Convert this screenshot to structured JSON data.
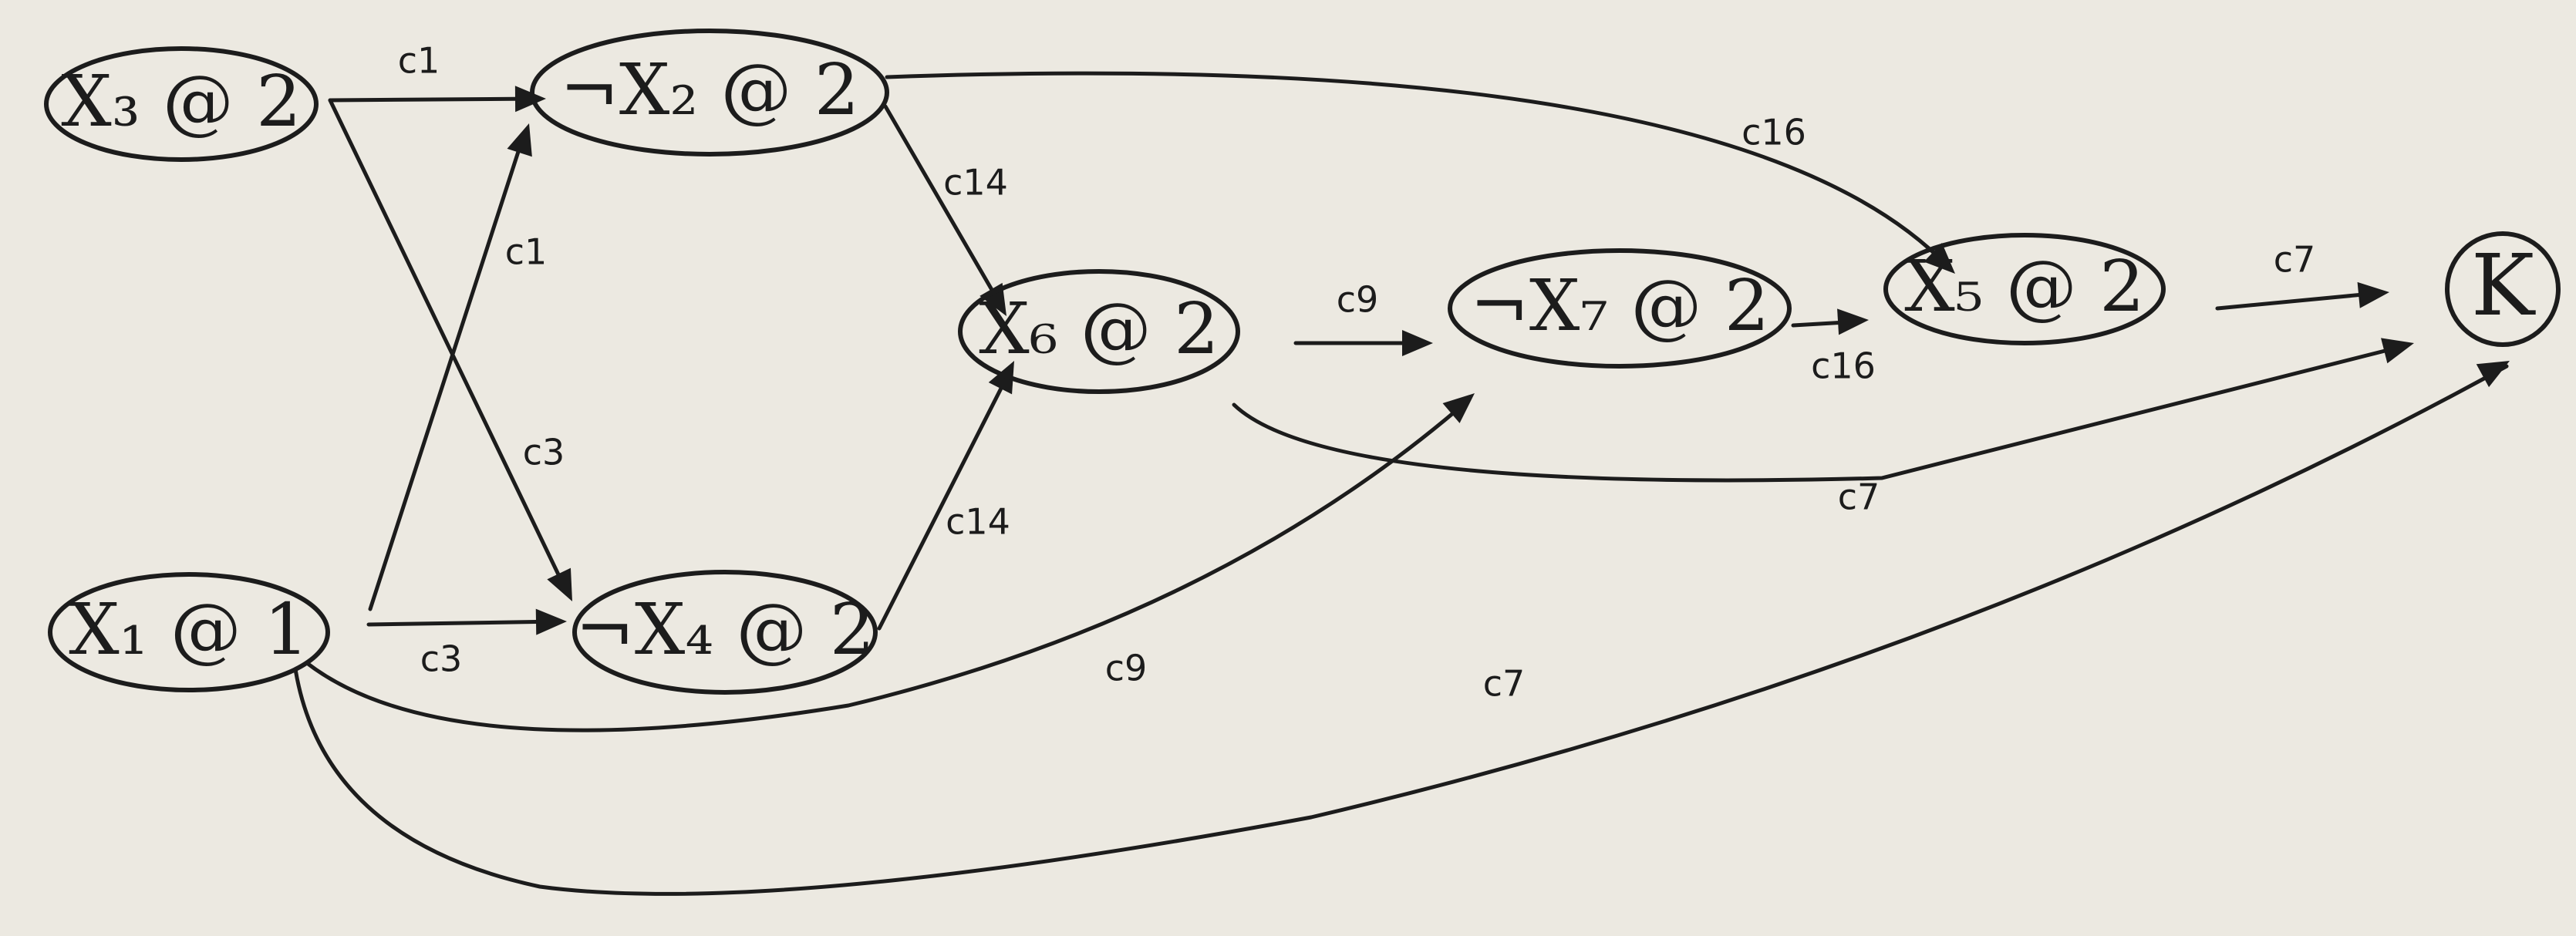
{
  "diagram": {
    "nodes": [
      {
        "id": "x3",
        "label": "X₃ @ 2"
      },
      {
        "id": "nx2",
        "label": "¬X₂ @ 2"
      },
      {
        "id": "x1",
        "label": "X₁ @ 1"
      },
      {
        "id": "nx4",
        "label": "¬X₄ @ 2"
      },
      {
        "id": "x6",
        "label": "X₆ @ 2"
      },
      {
        "id": "nx7",
        "label": "¬X₇ @ 2"
      },
      {
        "id": "x5",
        "label": "X₅ @ 2"
      },
      {
        "id": "k",
        "label": "K"
      }
    ],
    "edges": [
      {
        "id": "e1",
        "from": "x3",
        "to": "nx2",
        "label": "c1"
      },
      {
        "id": "e2",
        "from": "x1",
        "to": "nx2",
        "label": "c1"
      },
      {
        "id": "e3",
        "from": "x3",
        "to": "nx4",
        "label": "c3"
      },
      {
        "id": "e4",
        "from": "x1",
        "to": "nx4",
        "label": "c3"
      },
      {
        "id": "e5",
        "from": "nx2",
        "to": "x6",
        "label": "c14"
      },
      {
        "id": "e6",
        "from": "nx4",
        "to": "x6",
        "label": "c14"
      },
      {
        "id": "e7",
        "from": "nx2",
        "to": "x5",
        "label": "c16"
      },
      {
        "id": "e8",
        "from": "x6",
        "to": "nx7",
        "label": "c9"
      },
      {
        "id": "e9",
        "from": "nx7",
        "to": "x5",
        "label": "c16"
      },
      {
        "id": "e10",
        "from": "x5",
        "to": "k",
        "label": "c7"
      },
      {
        "id": "e11",
        "from": "x6",
        "to": "k",
        "label": "c7"
      },
      {
        "id": "e12",
        "from": "x1",
        "to": "nx7",
        "label": "c9"
      },
      {
        "id": "e13",
        "from": "x1",
        "to": "k",
        "label": "c7"
      }
    ]
  }
}
